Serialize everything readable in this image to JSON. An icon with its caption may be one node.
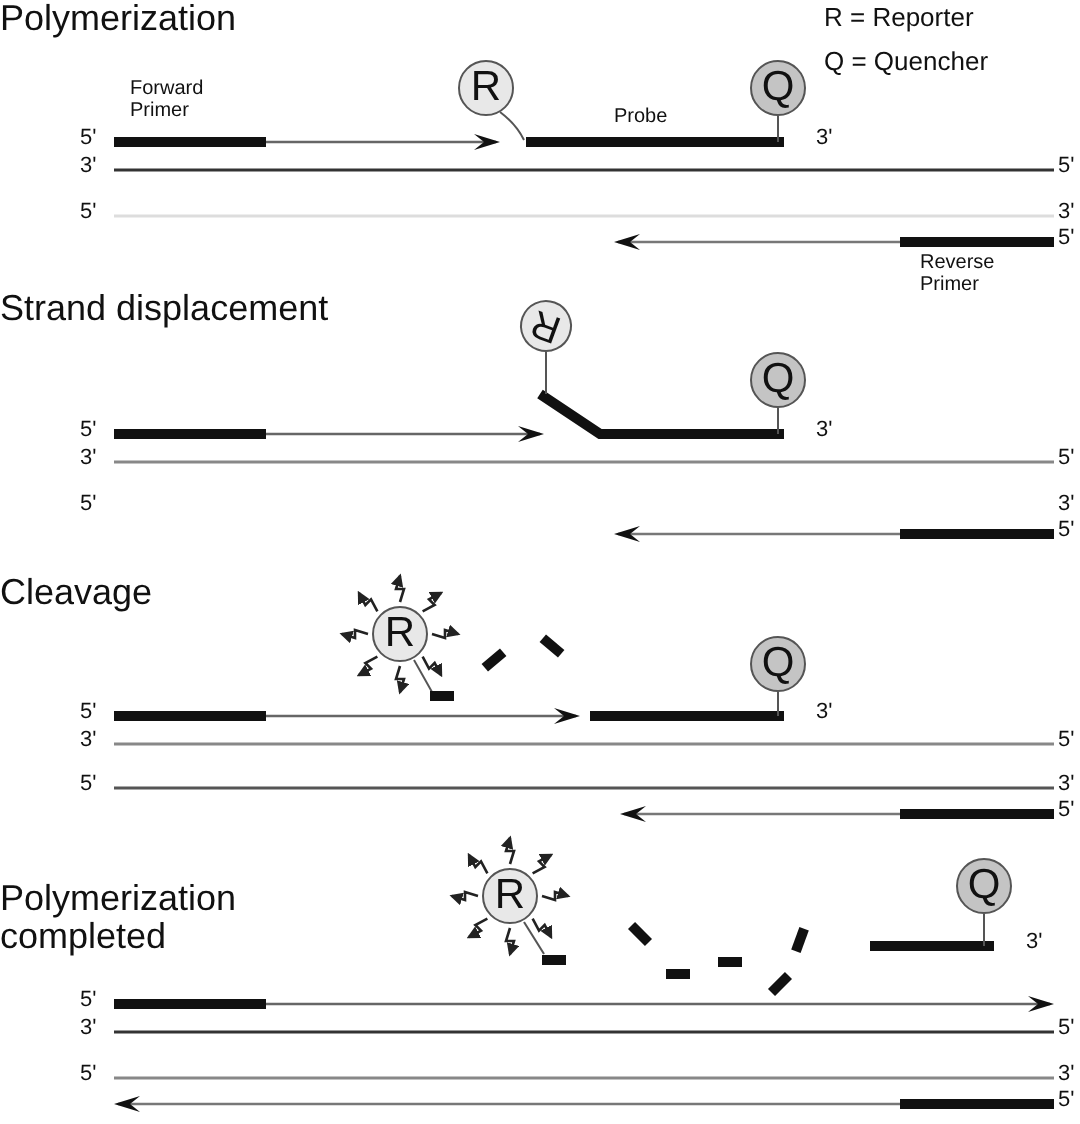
{
  "diagram": {
    "nodes": [
      {
        "text": [
          "R"
        ]
      },
      {
        "text": [
          "Q"
        ]
      },
      {
        "text": [
          "R"
        ]
      },
      {
        "text": [
          "Q"
        ]
      },
      {
        "text": [
          "R"
        ]
      },
      {
        "text": [
          "Q"
        ]
      },
      {
        "text": [
          "R"
        ]
      },
      {
        "text": [
          "Q"
        ]
      }
    ],
    "labels": [
      "Polymerization",
      "R = Reporter",
      "Q = Quencher",
      "Forward Primer",
      "Probe",
      "5'",
      "3'",
      "3'",
      "5'",
      "5'",
      "3'",
      "5'",
      "Reverse Primer",
      "Strand displacement",
      "5'",
      "3'",
      "3'",
      "5'",
      "5'",
      "3'",
      "5'",
      "Cleavage",
      "5'",
      "3'",
      "3'",
      "5'",
      "5'",
      "3'",
      "5'",
      "Polymerization completed",
      "3'",
      "5'",
      "3'",
      "5'",
      "5'",
      "3'",
      "5'"
    ]
  }
}
